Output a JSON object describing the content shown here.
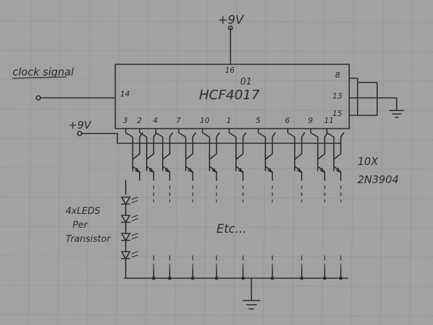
{
  "labels": {
    "supply_top": "+9V",
    "supply_left": "+9V",
    "clock": "clock signal",
    "chip_part": "HCF4017",
    "chip_overwrite": "01",
    "transistor_count": "10X",
    "transistor_part": "2N3904",
    "led_note_1": "4xLEDS",
    "led_note_2": "Per",
    "led_note_3": "Transistor",
    "etc": "Etc..."
  },
  "pins": {
    "vdd": "16",
    "clock": "14",
    "right_top": "8",
    "right_mid": "13",
    "right_bot": "15",
    "outputs": [
      "3",
      "2",
      "4",
      "7",
      "10",
      "1",
      "5",
      "6",
      "9",
      "11"
    ]
  }
}
